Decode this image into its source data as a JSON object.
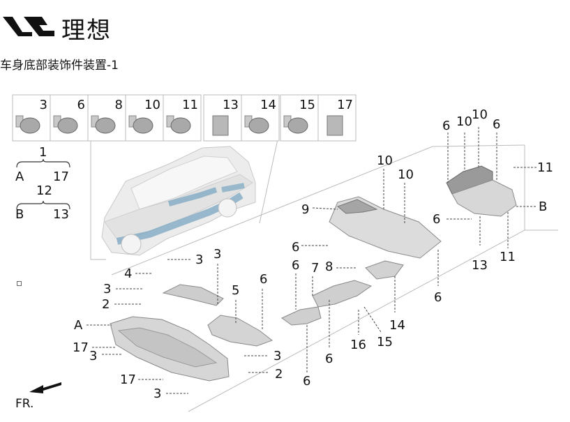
{
  "brand": {
    "name": "理想"
  },
  "title": "车身底部装饰件装置-1",
  "direction": "FR.",
  "fastener_legend": [
    "3",
    "6",
    "8",
    "10",
    "11",
    "13",
    "14",
    "15",
    "17"
  ],
  "kits": [
    {
      "id": "1",
      "left": "A",
      "right": "17"
    },
    {
      "id": "12",
      "left": "B",
      "right": "13"
    }
  ],
  "callouts": {
    "c1": "6",
    "c2": "10",
    "c3": "10",
    "c4": "6",
    "c5": "11",
    "c6": "B",
    "c7": "6",
    "c8": "13",
    "c9": "11",
    "c10": "10",
    "c11": "10",
    "c12": "9",
    "c13": "6",
    "c14": "6",
    "c15": "6",
    "c16": "7",
    "c17": "8",
    "c18": "3",
    "c19": "3",
    "c20": "4",
    "c21": "3",
    "c22": "2",
    "c23": "5",
    "c24": "6",
    "c25": "A",
    "c26": "17",
    "c27": "3",
    "c28": "17",
    "c29": "3",
    "c30": "3",
    "c31": "2",
    "c32": "6",
    "c33": "6",
    "c34": "16",
    "c35": "15",
    "c36": "14"
  }
}
